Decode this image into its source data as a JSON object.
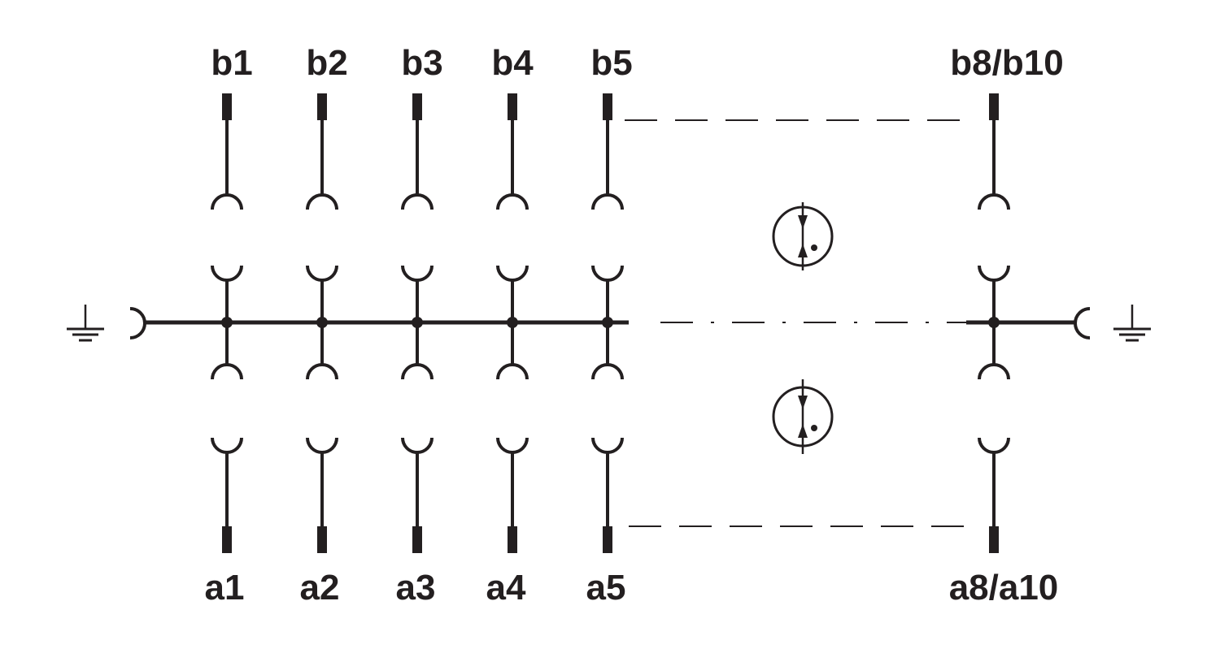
{
  "diagram": {
    "top_labels": [
      "b1",
      "b2",
      "b3",
      "b4",
      "b5",
      "b8/b10"
    ],
    "bottom_labels": [
      "a1",
      "a2",
      "a3",
      "a4",
      "a5",
      "a8/a10"
    ],
    "colors": {
      "ink": "#231f20",
      "background": "#ffffff"
    },
    "icons": [
      "ground-icon-left",
      "ground-icon-right",
      "polarization-key-icon-upper",
      "polarization-key-icon-lower"
    ]
  }
}
